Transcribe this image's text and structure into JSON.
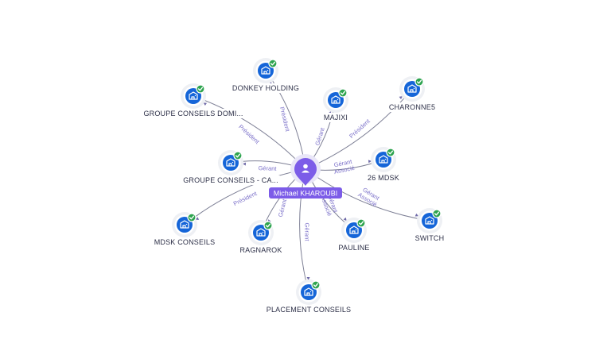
{
  "person": {
    "name": "Michael KHAROUBI",
    "icon": "user-icon"
  },
  "companies": [
    {
      "id": "donkey-holding",
      "name": "DONKEY HOLDING",
      "icon": "building-icon",
      "verified": true
    },
    {
      "id": "groupe-conseils-domi",
      "name": "GROUPE CONSEILS DOMI...",
      "icon": "building-icon",
      "verified": true
    },
    {
      "id": "majixi",
      "name": "MAJIXI",
      "icon": "building-icon",
      "verified": true
    },
    {
      "id": "charonne5",
      "name": "CHARONNE5",
      "icon": "building-icon",
      "verified": true
    },
    {
      "id": "26-mdsk",
      "name": "26 MDSK",
      "icon": "building-icon",
      "verified": true
    },
    {
      "id": "groupe-conseils-ca",
      "name": "GROUPE CONSEILS - CA...",
      "icon": "building-icon",
      "verified": true
    },
    {
      "id": "mdsk-conseils",
      "name": "MDSK CONSEILS",
      "icon": "building-icon",
      "verified": true
    },
    {
      "id": "ragnarok",
      "name": "RAGNAROK",
      "icon": "building-icon",
      "verified": true
    },
    {
      "id": "pauline",
      "name": "PAULINE",
      "icon": "building-icon",
      "verified": true
    },
    {
      "id": "switch",
      "name": "SWITCH",
      "icon": "building-icon",
      "verified": true
    },
    {
      "id": "placement-conseils",
      "name": "PLACEMENT CONSEILS",
      "icon": "building-icon",
      "verified": true
    }
  ],
  "relations": [
    {
      "to": "donkey-holding",
      "role": "Président"
    },
    {
      "to": "groupe-conseils-domi",
      "role": "Président"
    },
    {
      "to": "majixi",
      "role": "Gérant"
    },
    {
      "to": "charonne5",
      "role": "Président"
    },
    {
      "to": "26-mdsk",
      "role": "Gérant\nAssocié"
    },
    {
      "to": "groupe-conseils-ca",
      "role": "Gérant"
    },
    {
      "to": "mdsk-conseils",
      "role": "Président"
    },
    {
      "to": "ragnarok",
      "role": "Gérant"
    },
    {
      "to": "pauline",
      "role": "Gérant\nAssocié"
    },
    {
      "to": "switch",
      "role": "Gérant\nAssocié"
    },
    {
      "to": "placement-conseils",
      "role": "Gérant"
    }
  ],
  "colors": {
    "center": "#7c5ce8",
    "node": "#1565d8",
    "verified": "#2ea44f",
    "edge": "#7d7f95",
    "edge_label": "#7b70c9"
  }
}
